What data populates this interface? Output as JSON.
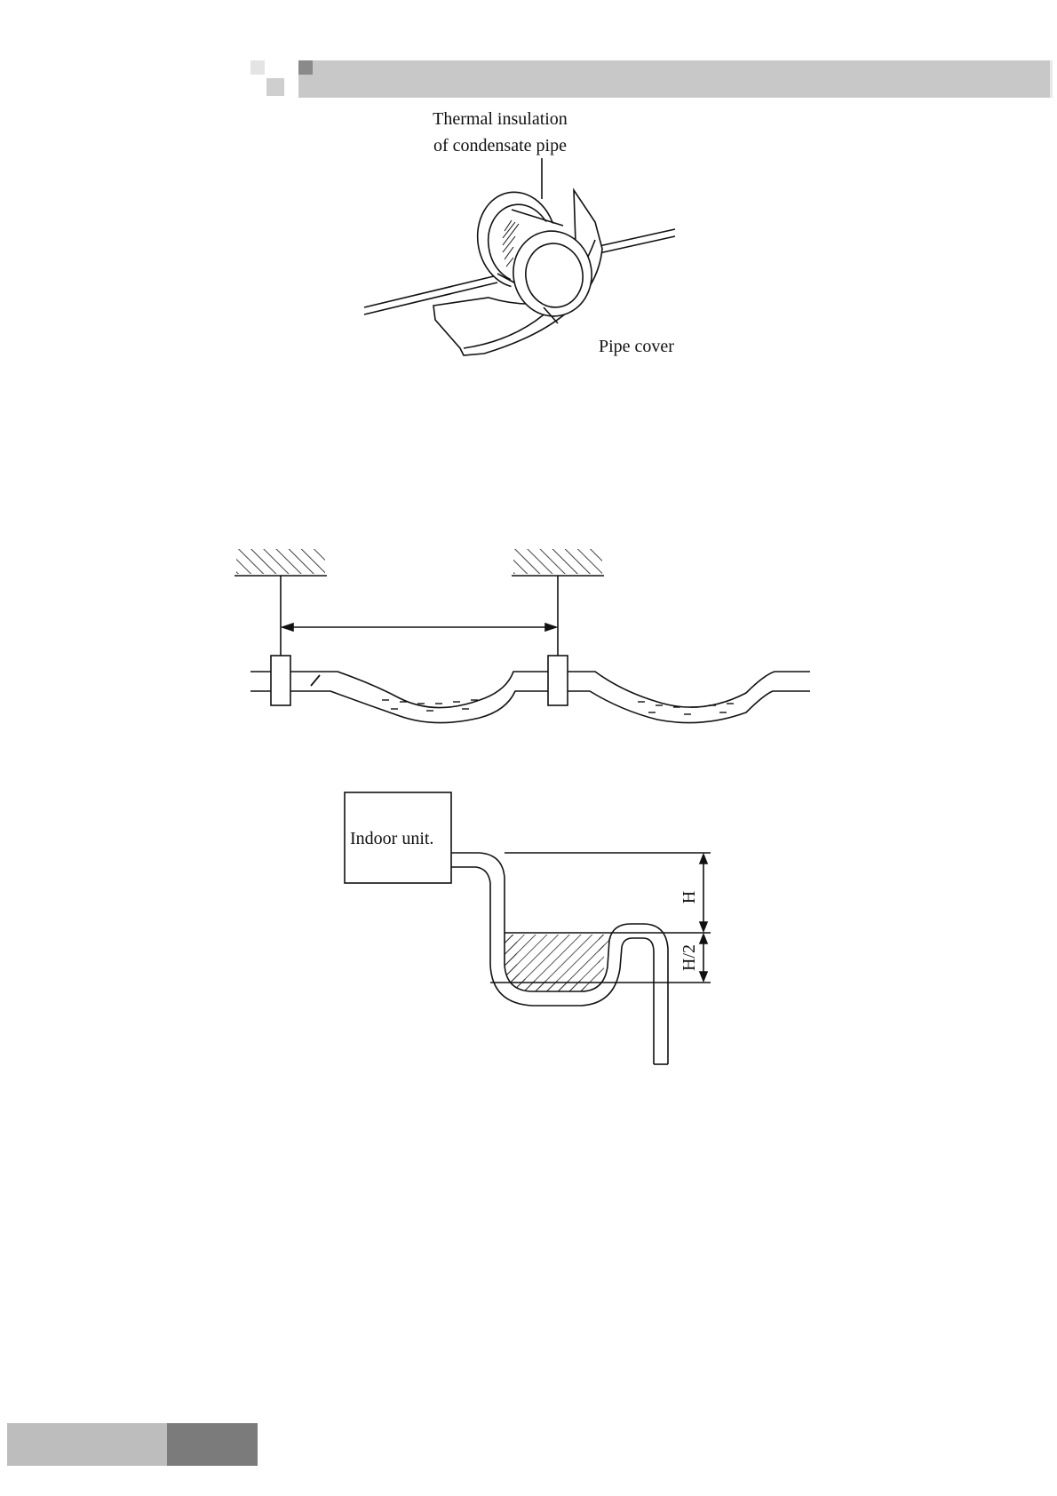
{
  "figure1": {
    "label_insulation_line1": "Thermal insulation",
    "label_insulation_line2": "of condensate pipe",
    "label_pipe_cover": "Pipe cover"
  },
  "figure3": {
    "label_indoor_unit": "Indoor unit.",
    "label_h": "H",
    "label_h_half": "H/2"
  }
}
